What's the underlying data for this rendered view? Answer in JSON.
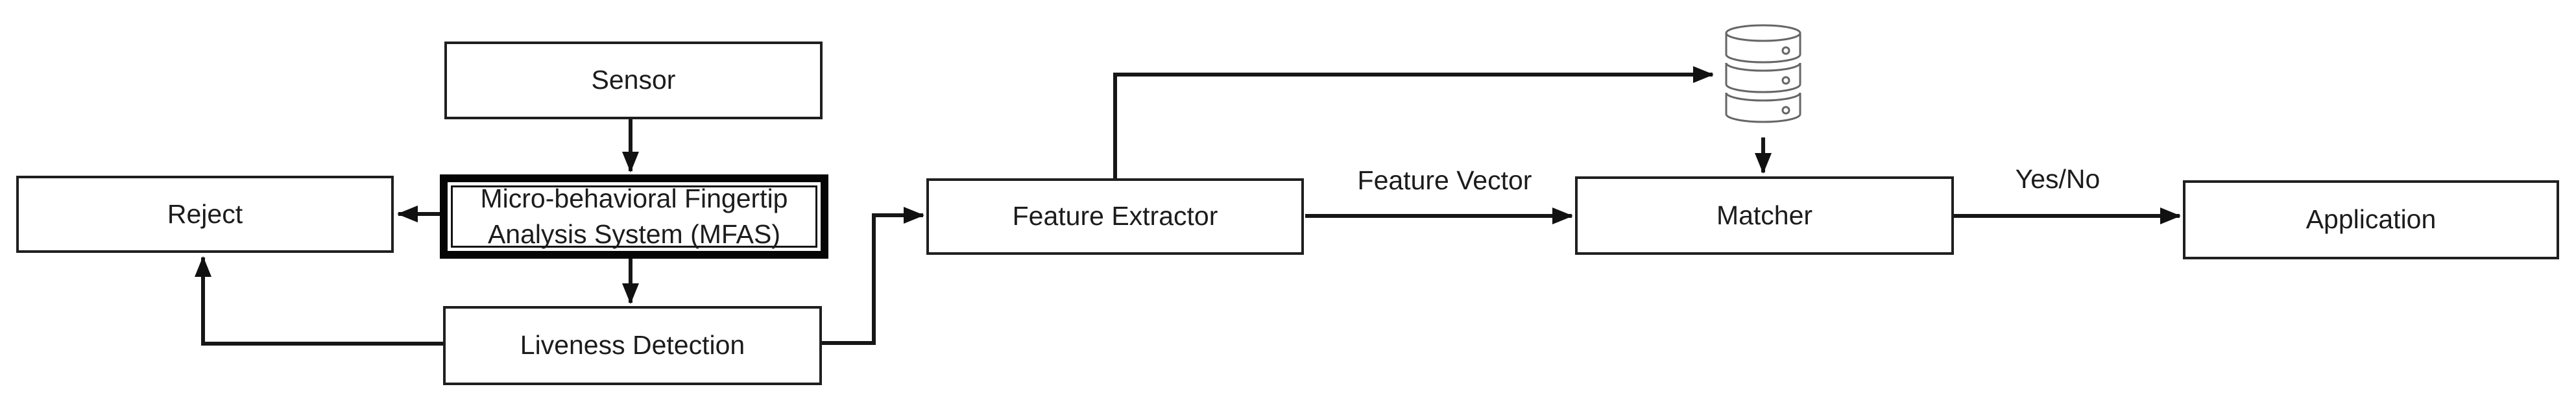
{
  "diagram": {
    "type": "flowchart",
    "background_color": "#ffffff",
    "line_color": "#161616",
    "database_icon_color": "#666666",
    "nodes": {
      "sensor": {
        "label": "Sensor"
      },
      "mfas": {
        "label": "Micro-behavioral Fingertip Analysis System (MFAS)",
        "emphasis": "thick-border"
      },
      "reject": {
        "label": "Reject"
      },
      "liveness": {
        "label": "Liveness Detection"
      },
      "feature_extractor": {
        "label": "Feature Extractor"
      },
      "matcher": {
        "label": "Matcher"
      },
      "application": {
        "label": "Application"
      }
    },
    "icons": {
      "database": {
        "name": "database-icon"
      }
    },
    "edge_labels": {
      "feature_vector": {
        "text": "Feature Vector"
      },
      "yes_no": {
        "text": "Yes/No"
      }
    },
    "edges": [
      {
        "from": "sensor",
        "to": "mfas"
      },
      {
        "from": "mfas",
        "to": "reject"
      },
      {
        "from": "mfas",
        "to": "liveness"
      },
      {
        "from": "liveness",
        "to": "reject"
      },
      {
        "from": "liveness",
        "to": "feature_extractor"
      },
      {
        "from": "feature_extractor",
        "to": "database"
      },
      {
        "from": "database",
        "to": "matcher"
      },
      {
        "from": "feature_extractor",
        "to": "matcher",
        "label": "Feature Vector"
      },
      {
        "from": "matcher",
        "to": "application",
        "label": "Yes/No"
      }
    ]
  }
}
